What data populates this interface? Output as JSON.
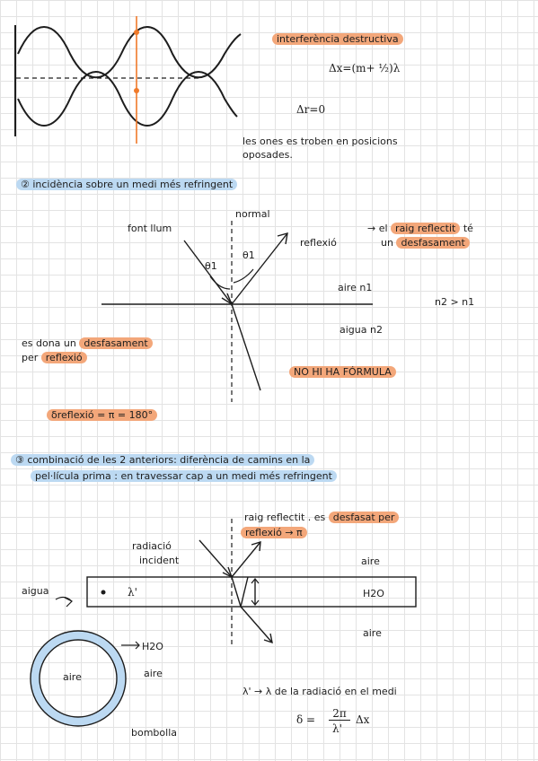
{
  "section_top": {
    "title": "interferència destructiva",
    "formula_dx": "Δx=(m+ ½)λ",
    "formula_ar": "Δr=0",
    "note_line1": "les ones es troben en posicions",
    "note_line2": "oposades."
  },
  "section_2": {
    "heading": "② incidència sobre un medi més refringent",
    "label_font_llum": "font llum",
    "label_normal": "normal",
    "label_reflexio": "reflexió",
    "theta1_left": "θ1",
    "theta1_right": "θ1",
    "note_raig_prefix": "→ el ",
    "note_raig_hl": "raig reflectit",
    "note_raig_suffix": " té",
    "note_un": "un ",
    "note_desfasament_hl": "desfasament",
    "label_aire": "aire n1",
    "label_n2n1": "n2 > n1",
    "label_aigua": "aigua n2",
    "note_es_dona": "es dona un ",
    "note_es_dona_hl": "desfasament",
    "note_per": "per ",
    "note_per_hl": "reflexió",
    "note_no_formula": "NO HI HA FÓRMULA",
    "delta_formula": "δreflexió = π = 180°"
  },
  "section_3": {
    "heading_line1": "③ combinació de les 2 anteriors: diferència de camins en la",
    "heading_line2": "pel·lícula prima : en travessar cap a un medi més refringent",
    "note_raig_reflectit": "raig reflectit . es ",
    "note_desfasat_hl": "desfasat per",
    "note_reflexio_hl": "reflexió → π",
    "label_radiacio": "radiació",
    "label_incident": "incident",
    "label_aire_top": "aire",
    "label_aigua": "aigua",
    "label_lambda_prime": "λ'",
    "label_h2o": "H2O",
    "label_aire_bottom": "aire",
    "bubble_h2o": "H2O",
    "bubble_aire_inside": "aire",
    "bubble_aire_outside": "aire",
    "bubble_label": "bombolla",
    "note_lambda": "λ' → λ de la radiació en el medi",
    "delta_lhs": "δ =",
    "delta_num": "2π",
    "delta_den": "λ'",
    "delta_rhs": "Δx"
  },
  "colors": {
    "orange_highlight": "#f3a77a",
    "blue_highlight": "#bcd9f2",
    "orange_line": "#f07a2a",
    "ink": "#1d1d1d"
  }
}
